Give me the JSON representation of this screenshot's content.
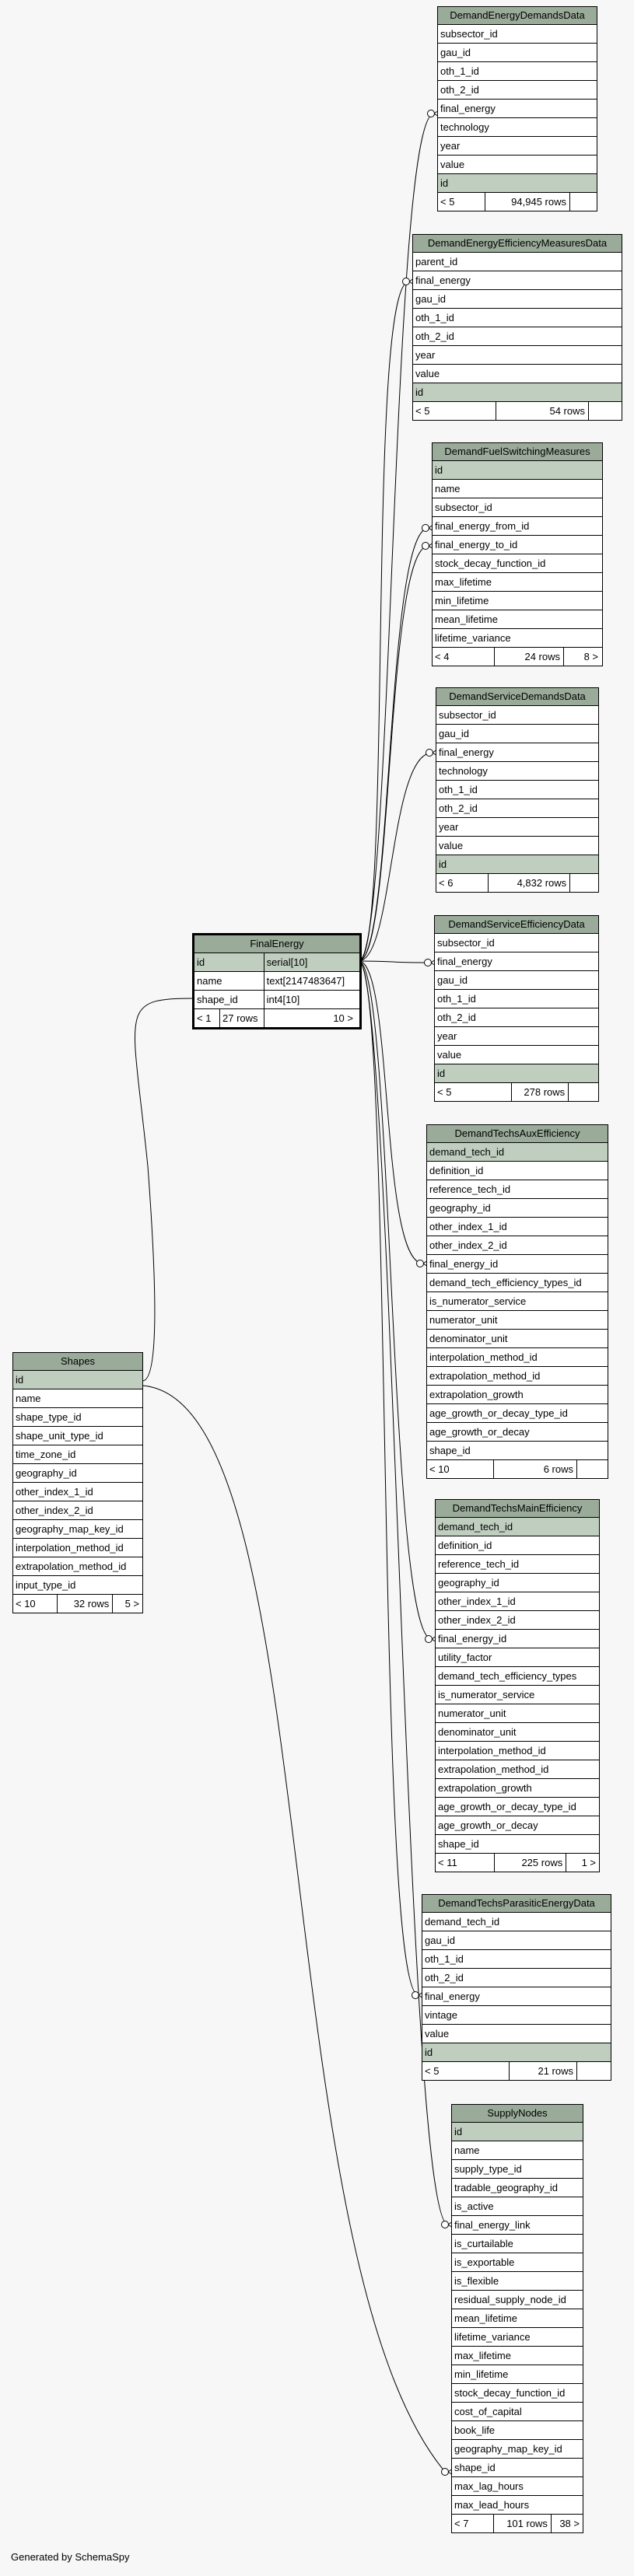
{
  "generated_by": "Generated by SchemaSpy",
  "tables": [
    {
      "name": "DemandEnergyDemandsData",
      "pk_rows": [],
      "rows": [
        "subsector_id",
        "gau_id",
        "oth_1_id",
        "oth_2_id",
        "final_energy",
        "technology",
        "year",
        "value"
      ],
      "pk_after": [
        "id"
      ],
      "footer": [
        "< 5",
        "94,945 rows",
        ""
      ]
    },
    {
      "name": "DemandEnergyEfficiencyMeasuresData",
      "pk_rows": [],
      "rows": [
        "parent_id",
        "final_energy",
        "gau_id",
        "oth_1_id",
        "oth_2_id",
        "year",
        "value"
      ],
      "pk_after": [
        "id"
      ],
      "footer": [
        "< 5",
        "54 rows",
        ""
      ]
    },
    {
      "name": "DemandFuelSwitchingMeasures",
      "pk_rows": [
        "id"
      ],
      "rows": [
        "name",
        "subsector_id",
        "final_energy_from_id",
        "final_energy_to_id",
        "stock_decay_function_id",
        "max_lifetime",
        "min_lifetime",
        "mean_lifetime",
        "lifetime_variance"
      ],
      "pk_after": [],
      "footer": [
        "< 4",
        "24 rows",
        "8 >"
      ]
    },
    {
      "name": "DemandServiceDemandsData",
      "pk_rows": [],
      "rows": [
        "subsector_id",
        "gau_id",
        "final_energy",
        "technology",
        "oth_1_id",
        "oth_2_id",
        "year",
        "value"
      ],
      "pk_after": [
        "id"
      ],
      "footer": [
        "< 6",
        "4,832 rows",
        ""
      ]
    },
    {
      "name": "DemandServiceEfficiencyData",
      "pk_rows": [],
      "rows": [
        "subsector_id",
        "final_energy",
        "gau_id",
        "oth_1_id",
        "oth_2_id",
        "year",
        "value"
      ],
      "pk_after": [
        "id"
      ],
      "footer": [
        "< 5",
        "278 rows",
        ""
      ]
    },
    {
      "name": "DemandTechsAuxEfficiency",
      "pk_rows": [
        "demand_tech_id"
      ],
      "rows": [
        "definition_id",
        "reference_tech_id",
        "geography_id",
        "other_index_1_id",
        "other_index_2_id",
        "final_energy_id",
        "demand_tech_efficiency_types_id",
        "is_numerator_service",
        "numerator_unit",
        "denominator_unit",
        "interpolation_method_id",
        "extrapolation_method_id",
        "extrapolation_growth",
        "age_growth_or_decay_type_id",
        "age_growth_or_decay",
        "shape_id"
      ],
      "pk_after": [],
      "footer": [
        "< 10",
        "6 rows",
        ""
      ]
    },
    {
      "name": "DemandTechsMainEfficiency",
      "pk_rows": [
        "demand_tech_id"
      ],
      "rows": [
        "definition_id",
        "reference_tech_id",
        "geography_id",
        "other_index_1_id",
        "other_index_2_id",
        "final_energy_id",
        "utility_factor",
        "demand_tech_efficiency_types",
        "is_numerator_service",
        "numerator_unit",
        "denominator_unit",
        "interpolation_method_id",
        "extrapolation_method_id",
        "extrapolation_growth",
        "age_growth_or_decay_type_id",
        "age_growth_or_decay",
        "shape_id"
      ],
      "pk_after": [],
      "footer": [
        "< 11",
        "225 rows",
        "1 >"
      ]
    },
    {
      "name": "DemandTechsParasiticEnergyData",
      "pk_rows": [],
      "rows": [
        "demand_tech_id",
        "gau_id",
        "oth_1_id",
        "oth_2_id",
        "final_energy",
        "vintage",
        "value"
      ],
      "pk_after": [
        "id"
      ],
      "footer": [
        "< 5",
        "21 rows",
        ""
      ]
    },
    {
      "name": "SupplyNodes",
      "pk_rows": [
        "id"
      ],
      "rows": [
        "name",
        "supply_type_id",
        "tradable_geography_id",
        "is_active",
        "final_energy_link",
        "is_curtailable",
        "is_exportable",
        "is_flexible",
        "residual_supply_node_id",
        "mean_lifetime",
        "lifetime_variance",
        "max_lifetime",
        "min_lifetime",
        "stock_decay_function_id",
        "cost_of_capital",
        "book_life",
        "geography_map_key_id",
        "shape_id",
        "max_lag_hours",
        "max_lead_hours"
      ],
      "pk_after": [],
      "footer": [
        "< 7",
        "101 rows",
        "38 >"
      ]
    },
    {
      "name": "Shapes",
      "pk_rows": [
        "id"
      ],
      "rows": [
        "name",
        "shape_type_id",
        "shape_unit_type_id",
        "time_zone_id",
        "geography_id",
        "other_index_1_id",
        "other_index_2_id",
        "geography_map_key_id",
        "interpolation_method_id",
        "extrapolation_method_id",
        "input_type_id"
      ],
      "pk_after": [],
      "footer": [
        "< 10",
        "32 rows",
        "5 >"
      ]
    }
  ],
  "final_energy": {
    "name": "FinalEnergy",
    "columns": [
      {
        "name": "id",
        "type": "serial[10]",
        "pk": true
      },
      {
        "name": "name",
        "type": "text[2147483647]",
        "pk": false
      },
      {
        "name": "shape_id",
        "type": "int4[10]",
        "pk": false
      }
    ],
    "footer": [
      "< 1",
      "27 rows",
      "10 >"
    ]
  }
}
